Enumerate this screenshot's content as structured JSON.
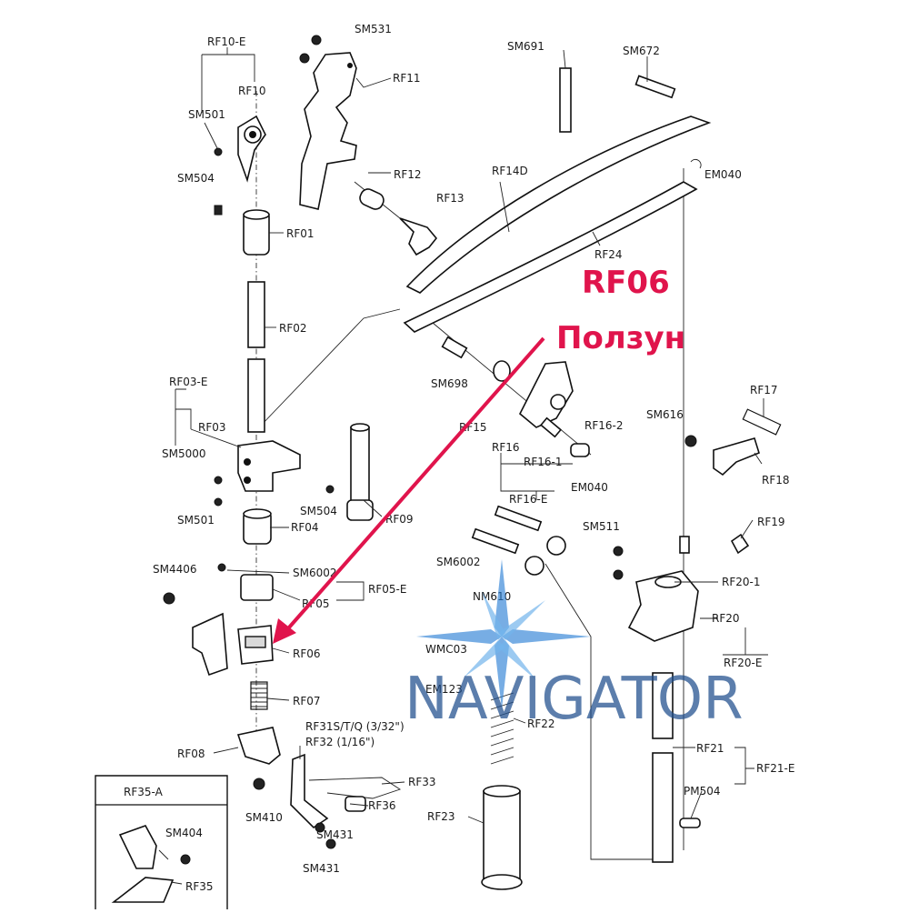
{
  "labels": {
    "sm531": "SM531",
    "rf10e": "RF10-E",
    "rf10": "RF10",
    "sm501a": "SM501",
    "rf11": "RF11",
    "sm504a": "SM504",
    "rf12": "RF12",
    "rf13": "RF13",
    "rf01": "RF01",
    "rf02": "RF02",
    "sm691": "SM691",
    "sm672": "SM672",
    "em040a": "EM040",
    "rf14d": "RF14D",
    "rf24": "RF24",
    "rf03e": "RF03-E",
    "rf03": "RF03",
    "sm5000": "SM5000",
    "sm698": "SM698",
    "rf15": "RF15",
    "rf16": "RF16",
    "rf162": "RF16-2",
    "rf161": "RF16-1",
    "em040b": "EM040",
    "rf16e": "RF16-E",
    "sm616": "SM616",
    "rf17": "RF17",
    "rf18": "RF18",
    "rf19": "RF19",
    "sm501b": "SM501",
    "rf04": "RF04",
    "sm504b": "SM504",
    "rf09": "RF09",
    "sm4406": "SM4406",
    "sm6002a": "SM6002",
    "rf05": "RF05",
    "rf05e": "RF05-E",
    "sm6002b": "SM6002",
    "sm511": "SM511",
    "nm610": "NM610",
    "rf201": "RF20-1",
    "rf20": "RF20",
    "rf20e": "RF20-E",
    "wmc03": "WMC03",
    "rf06": "RF06",
    "em123": "EM123",
    "rf07": "RF07",
    "rf22": "RF22",
    "rf31": "RF31S/T/Q (3/32\")",
    "rf32": "RF32  (1/16\")",
    "rf08": "RF08",
    "rf33": "RF33",
    "rf34": "RF36",
    "sm410": "SM410",
    "sm431a": "SM431",
    "sm431b": "SM431",
    "rf21": "RF21",
    "rf21e": "RF21-E",
    "pm504": "PM504",
    "rf23": "RF23",
    "rf35a": "RF35-A",
    "sm404": "SM404",
    "rf35": "RF35"
  },
  "annotation": {
    "part_code": "RF06",
    "part_name": "Ползун",
    "color": "#e0144c"
  },
  "watermark": {
    "text": "NAVIGATOR",
    "color": "#1f4e8c",
    "star_color": "#2a7fd4"
  }
}
